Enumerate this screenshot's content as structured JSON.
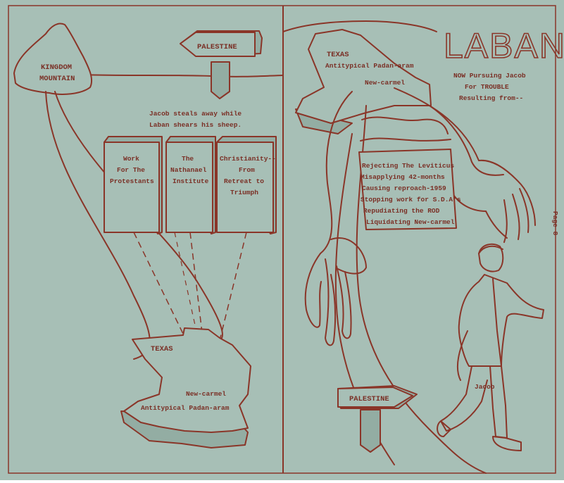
{
  "left_panel": {
    "mountain_label_line1": "KINGDOM",
    "mountain_label_line2": "MOUNTAIN",
    "signpost_label": "PALESTINE",
    "caption_line1": "Jacob steals away while",
    "caption_line2": "Laban shears his sheep.",
    "books": [
      {
        "lines": [
          "Work",
          "For The",
          "Protestants"
        ]
      },
      {
        "lines": [
          "The",
          "Nathanael",
          "Institute"
        ]
      },
      {
        "lines": [
          "Christianity--",
          "From",
          "Retreat to",
          "Triumph"
        ]
      }
    ],
    "texas_label": "TEXAS",
    "newcarmel_label": "New-carmel",
    "padan_label": "Antitypical Padan-aram"
  },
  "right_panel": {
    "title": "LABAN",
    "subtitle_line1": "NOW Pursuing Jacob",
    "subtitle_line2": "For TROUBLE",
    "subtitle_line3": "Resulting from--",
    "texas_label": "TEXAS",
    "padan_label": "Antitypical Padan-aram",
    "newcarmel_label": "New-carmel",
    "reasons": [
      "Rejecting The Leviticus",
      "Misapplying 42-months",
      "Causing reproach-1959",
      "Stopping work for S.D.A's",
      "Repudiating the ROD",
      "Liquidating New-carmel"
    ],
    "signpost_label": "PALESTINE",
    "jacob_label": "Jacob",
    "page_label": "Page 8"
  },
  "colors": {
    "background": "#a7bfb6",
    "ink": "#8a3528"
  }
}
